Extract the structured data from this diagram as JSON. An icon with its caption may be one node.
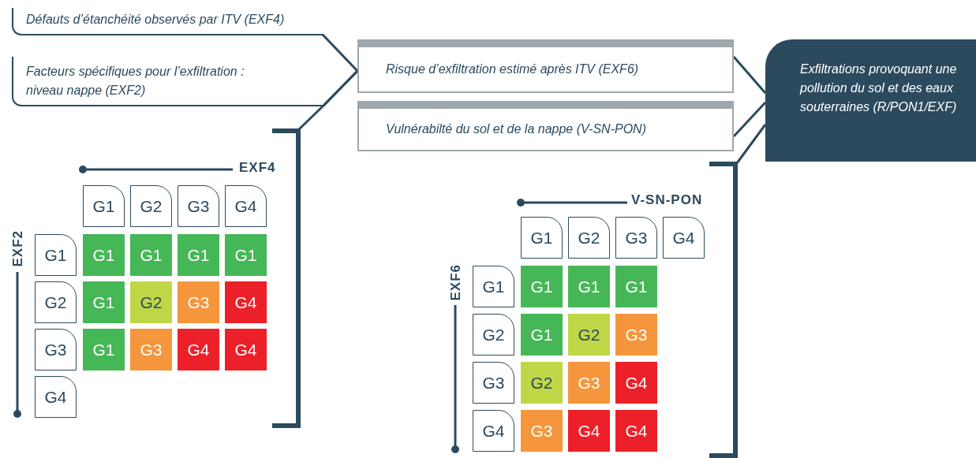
{
  "diagram": {
    "nodes": [
      {
        "text": [
          "Défauts d’étanchéité observés par ITV (EXF4)"
        ]
      },
      {
        "text": [
          "Facteurs spécifiques pour l’exfiltration : niveau nappe (EXF2)"
        ]
      },
      {
        "text": [
          "Risque d’exfiltration estimé après ITV (EXF6)"
        ]
      },
      {
        "text": [
          "Vulnérabilté du sol et de la nappe (V-SN-PON)"
        ]
      },
      {
        "text": [
          "Exfiltrations provoquant une pollution du sol et des eaux souterraines (R/PON1/EXF)"
        ]
      },
      {
        "text": [],
        "shape": "bracket"
      },
      {
        "text": [
          "G1"
        ],
        "in": 5
      },
      {
        "text": [
          "G2"
        ],
        "in": 5
      },
      {
        "text": [
          "G3"
        ],
        "in": 5
      },
      {
        "text": [
          "G4"
        ],
        "in": 5
      },
      {
        "text": [
          "G1"
        ],
        "in": 5
      },
      {
        "text": [
          "G1"
        ],
        "in": 5
      },
      {
        "text": [
          "G1"
        ],
        "in": 5
      },
      {
        "text": [
          "G1"
        ],
        "in": 5
      },
      {
        "text": [
          "G1"
        ],
        "in": 5
      },
      {
        "text": [
          "G2"
        ],
        "in": 5
      },
      {
        "text": [
          "G1"
        ],
        "in": 5
      },
      {
        "text": [
          "G2"
        ],
        "in": 5
      },
      {
        "text": [
          "G3"
        ],
        "in": 5
      },
      {
        "text": [
          "G4"
        ],
        "in": 5
      },
      {
        "text": [
          "G3"
        ],
        "in": 5
      },
      {
        "text": [
          "G1"
        ],
        "in": 5
      },
      {
        "text": [
          "G3"
        ],
        "in": 5
      },
      {
        "text": [
          "G4"
        ],
        "in": 5
      },
      {
        "text": [
          "G4"
        ],
        "in": 5
      },
      {
        "text": [
          "G4"
        ],
        "in": 5
      },
      {
        "text": [],
        "shape": "bracket"
      },
      {
        "text": [
          "G1"
        ],
        "in": 26
      },
      {
        "text": [
          "G2"
        ],
        "in": 26
      },
      {
        "text": [
          "G3"
        ],
        "in": 26
      },
      {
        "text": [
          "G4"
        ],
        "in": 26
      },
      {
        "text": [
          "G1"
        ],
        "in": 26
      },
      {
        "text": [
          "G1"
        ],
        "in": 26
      },
      {
        "text": [
          "G1"
        ],
        "in": 26
      },
      {
        "text": [
          "G1"
        ],
        "in": 26
      },
      {
        "text": [
          "G2"
        ],
        "in": 26
      },
      {
        "text": [
          "G1"
        ],
        "in": 26
      },
      {
        "text": [
          "G2"
        ],
        "in": 26
      },
      {
        "text": [
          "G3"
        ],
        "in": 26
      },
      {
        "text": [
          "G3"
        ],
        "in": 26
      },
      {
        "text": [
          "G2"
        ],
        "in": 26
      },
      {
        "text": [
          "G3"
        ],
        "in": 26
      },
      {
        "text": [
          "G4"
        ],
        "in": 26
      },
      {
        "text": [
          "G4"
        ],
        "in": 26
      },
      {
        "text": [
          "G3"
        ],
        "in": 26
      },
      {
        "text": [
          "G4"
        ],
        "in": 26
      },
      {
        "text": [
          "G4"
        ],
        "in": 26
      }
    ],
    "edges": [
      {
        "from": 0,
        "to": 2,
        "arrow": "none"
      },
      {
        "from": 1,
        "to": 2,
        "arrow": "none"
      },
      {
        "from": 5,
        "to": 2,
        "arrow": "none"
      },
      {
        "from": 2,
        "to": 4,
        "arrow": "none"
      },
      {
        "from": 3,
        "to": 4,
        "arrow": "none"
      },
      {
        "from": 26,
        "to": 4,
        "arrow": "none"
      }
    ],
    "labels": [
      "EXF4",
      "EXF2",
      "V-SN-PON",
      "EXF6"
    ]
  }
}
